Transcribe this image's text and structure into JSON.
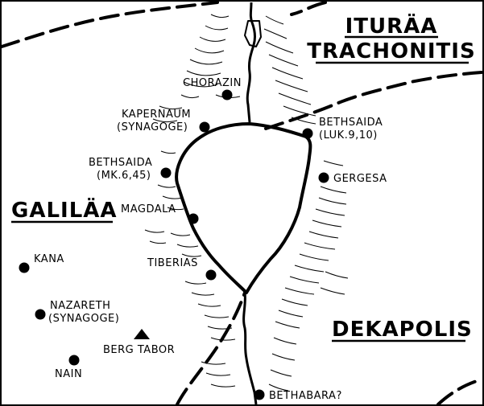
{
  "regions": {
    "ituraea": "ITURÄA",
    "trachonitis": "TRACHONITIS",
    "galilaea": "GALILÄA",
    "dekapolis": "DEKAPOLIS"
  },
  "places": {
    "chorazin": "CHORAZIN",
    "kapernaum": "KAPERNAUM",
    "kapernaum_note": "(SYNAGOGE)",
    "bethsaida_east": "BETHSAIDA",
    "bethsaida_east_note": "(LUK.9,10)",
    "bethsaida_west": "BETHSAIDA",
    "bethsaida_west_note": "(MK.6,45)",
    "gergesa": "GERGESA",
    "magdala": "MAGDALA",
    "tiberias": "TIBERIAS",
    "kana": "KANA",
    "nazareth": "NAZARETH",
    "nazareth_note": "(SYNAGOGE)",
    "berg_tabor": "BERG TABOR",
    "nain": "NAIN",
    "bethabara": "BETHABARA?"
  },
  "colors": {
    "ink": "#000000",
    "paper": "#ffffff"
  }
}
